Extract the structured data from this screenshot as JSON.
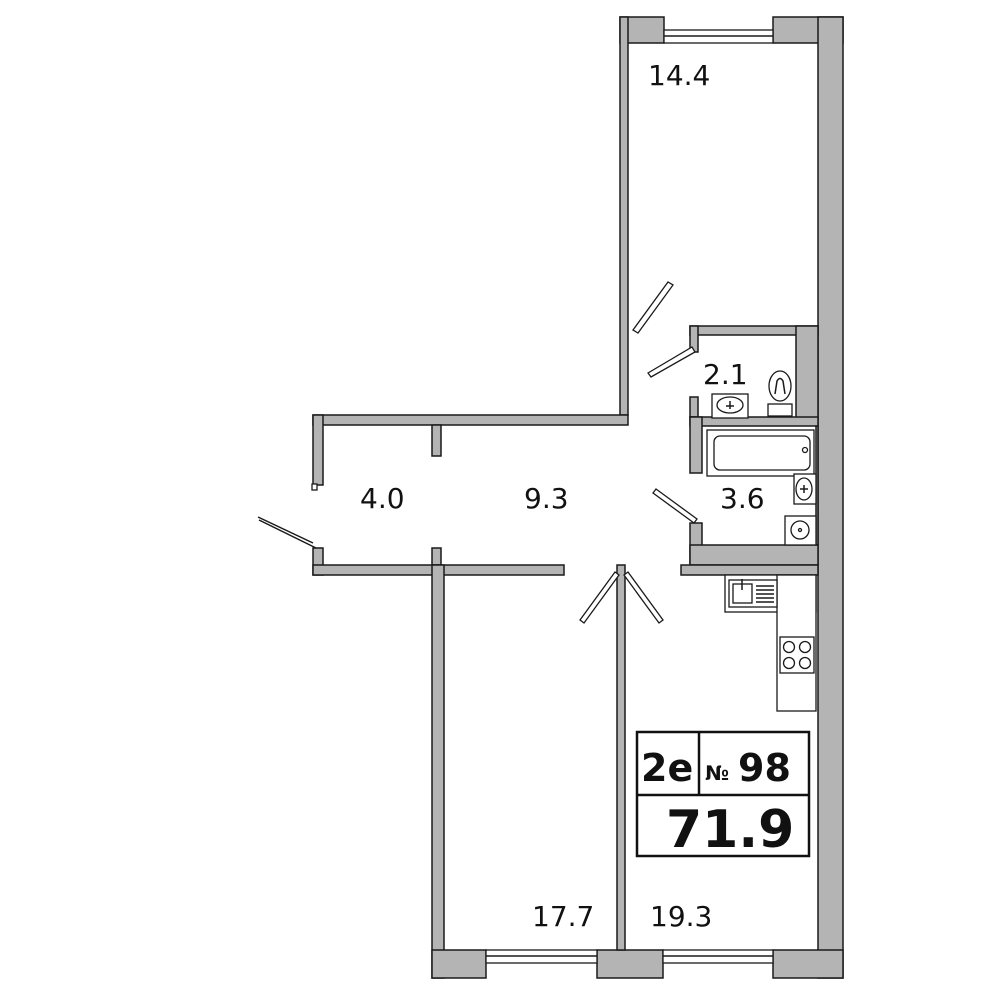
{
  "rooms": {
    "bedroom_top": {
      "area": "14.4"
    },
    "wc": {
      "area": "2.1"
    },
    "vestibule": {
      "area": "4.0"
    },
    "hall": {
      "area": "9.3"
    },
    "bathroom": {
      "area": "3.6"
    },
    "bedroom_bottom": {
      "area": "17.7"
    },
    "kitchen_living": {
      "area": "19.3"
    }
  },
  "badge": {
    "type": "2e",
    "number_sign": "№",
    "number": "98",
    "total_area": "71.9"
  },
  "colors": {
    "wall": "#b4b4b4",
    "line": "#1a1a1a",
    "background": "#ffffff"
  }
}
